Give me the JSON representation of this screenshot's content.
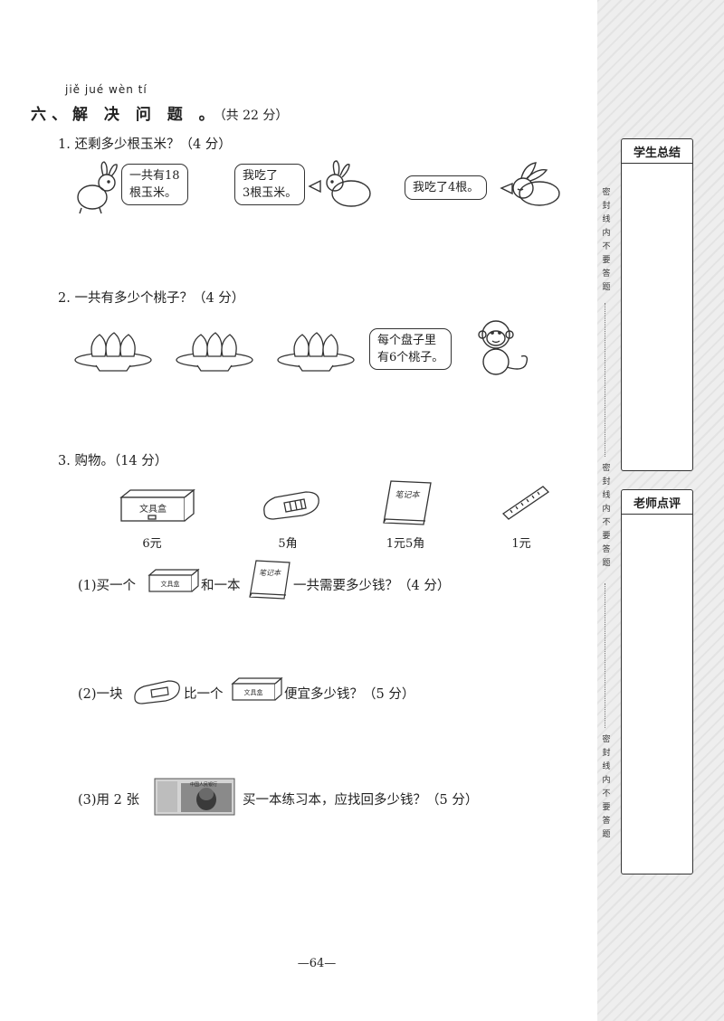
{
  "section": {
    "pinyin": "jiě  jué  wèn  tí",
    "title": "六、解 决 问 题 。",
    "score": "（共 22 分）"
  },
  "q1": {
    "text": "1. 还剩多少根玉米？（4 分）",
    "bubble1": [
      "一共有18",
      "根玉米。"
    ],
    "bubble2": [
      "我吃了",
      "3根玉米。"
    ],
    "bubble3": "我吃了4根。"
  },
  "q2": {
    "text": "2. 一共有多少个桃子？（4 分）",
    "bubble": [
      "每个盘子里",
      "有6个桃子。"
    ]
  },
  "q3": {
    "text": "3. 购物。（14 分）",
    "items": [
      {
        "name": "pencil-case",
        "label": "文具盒",
        "price": "6元"
      },
      {
        "name": "eraser",
        "price": "5角"
      },
      {
        "name": "notebook",
        "label": "笔记本",
        "price": "1元5角"
      },
      {
        "name": "ruler",
        "price": "1元"
      }
    ],
    "sub1": {
      "a": "(1)买一个",
      "b": "和一本",
      "c": "一共需要多少钱？（4 分）"
    },
    "sub2": {
      "a": "(2)一块",
      "b": "比一个",
      "c": "便宜多少钱？（5 分）"
    },
    "sub3": {
      "a": "(3)用 2 张",
      "c": "买一本练习本，应找回多少钱？（5 分）"
    },
    "banknote_text": "中国人民银行"
  },
  "page_number": "—64—",
  "sidebar": {
    "box1_title": "学生总结",
    "box2_title": "老师点评",
    "seal": [
      "密",
      "封",
      "线",
      "内",
      "不",
      "要",
      "答",
      "题"
    ]
  }
}
